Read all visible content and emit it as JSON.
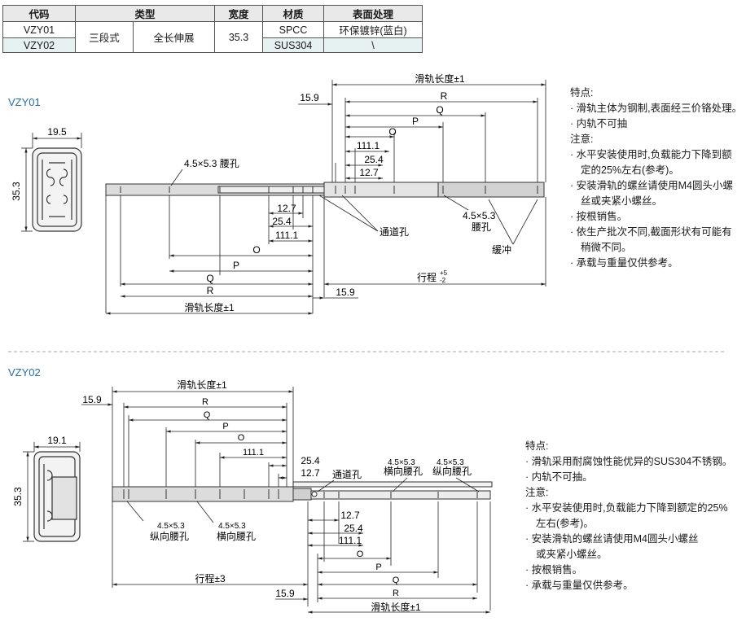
{
  "table": {
    "headers": [
      "代码",
      "类型",
      "宽度",
      "材质",
      "表面处理"
    ],
    "rows": [
      {
        "code": "VZY01",
        "material": "SPCC",
        "finish": "环保镀锌(蓝白)"
      },
      {
        "code": "VZY02",
        "material": "SUS304",
        "finish": "\\"
      }
    ],
    "type_a": "三段式",
    "type_b": "全长伸展",
    "width": "35.3"
  },
  "section1": {
    "label": "VZY01",
    "profile": {
      "width": "19.5",
      "height": "35.3"
    },
    "dims": {
      "rail_length": "滑轨长度±1",
      "R": "R",
      "Q": "Q",
      "P": "P",
      "O": "O",
      "d111": "111.1",
      "d254": "25.4",
      "d127": "12.7",
      "d159": "15.9",
      "slot": "4.5×5.3 腰孔",
      "slot2_a": "4.5×5.3",
      "slot2_b": "腰孔",
      "through_hole": "通道孔",
      "buffer": "缓冲",
      "stroke": "行程",
      "stroke_tol_top": "+5",
      "stroke_tol_bot": "-2"
    },
    "notes": [
      {
        "text": "特点:",
        "indent": false
      },
      {
        "text": "· 滑轨主体为钢制,表面经三价铬处理。",
        "indent": false
      },
      {
        "text": "· 内轨不可抽",
        "indent": false
      },
      {
        "text": "注意:",
        "indent": false
      },
      {
        "text": "· 水平安装使用时,负载能力下降到额",
        "indent": false
      },
      {
        "text": "定的25%左右(参考)。",
        "indent": true
      },
      {
        "text": "· 安装滑轨的螺丝请使用M4圆头小螺",
        "indent": false
      },
      {
        "text": "丝或夹紧小螺丝。",
        "indent": true
      },
      {
        "text": "· 按根销售。",
        "indent": false
      },
      {
        "text": "· 依生产批次不同,截面形状有可能有",
        "indent": false
      },
      {
        "text": "稍微不同。",
        "indent": true
      },
      {
        "text": "· 承载与重量仅供参考。",
        "indent": false
      }
    ]
  },
  "section2": {
    "label": "VZY02",
    "profile": {
      "width": "19.1",
      "height": "35.3"
    },
    "dims": {
      "rail_length": "滑轨长度±1",
      "R": "R",
      "Q": "Q",
      "P": "P",
      "O": "O",
      "d111": "111.1",
      "d254": "25.4",
      "d127": "12.7",
      "d159": "15.9",
      "through_hole": "通道孔",
      "size": "4.5×5.3",
      "h_slot": "横向腰孔",
      "v_slot": "纵向腰孔",
      "stroke": "行程±3"
    },
    "notes": [
      {
        "text": "特点:",
        "indent": false
      },
      {
        "text": "· 滑轨采用耐腐蚀性能优异的SUS304不锈钢。",
        "indent": false
      },
      {
        "text": "· 内轨不可抽。",
        "indent": false
      },
      {
        "text": "注意:",
        "indent": false
      },
      {
        "text": "· 水平安装使用时,负载能力下降到额定的25%",
        "indent": false
      },
      {
        "text": "左右(参考)。",
        "indent": true
      },
      {
        "text": "· 安装滑轨的螺丝请使用M4圆头小螺丝",
        "indent": false
      },
      {
        "text": "或夹紧小螺丝。",
        "indent": true
      },
      {
        "text": "· 按根销售。",
        "indent": false
      },
      {
        "text": "· 承载与重量仅供参考。",
        "indent": false
      }
    ]
  }
}
